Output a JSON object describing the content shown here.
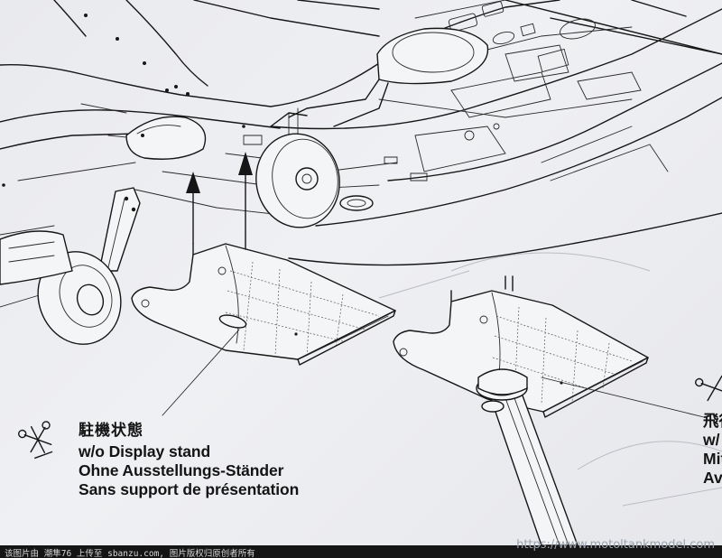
{
  "callout": {
    "japanese": "駐機状態",
    "english": "w/o Display stand",
    "german": "Ohne Ausstellungs-Ständer",
    "french": "Sans support de présentation"
  },
  "right_callout": {
    "japanese": "飛行",
    "english": "w/",
    "german": "Mit",
    "french": "Av"
  },
  "footer": {
    "caption": "该图片由 潮隼76 上传至 sbanzu.com, 图片版权归原创者所有",
    "watermark": "https://www.motoltankmodel.com"
  }
}
